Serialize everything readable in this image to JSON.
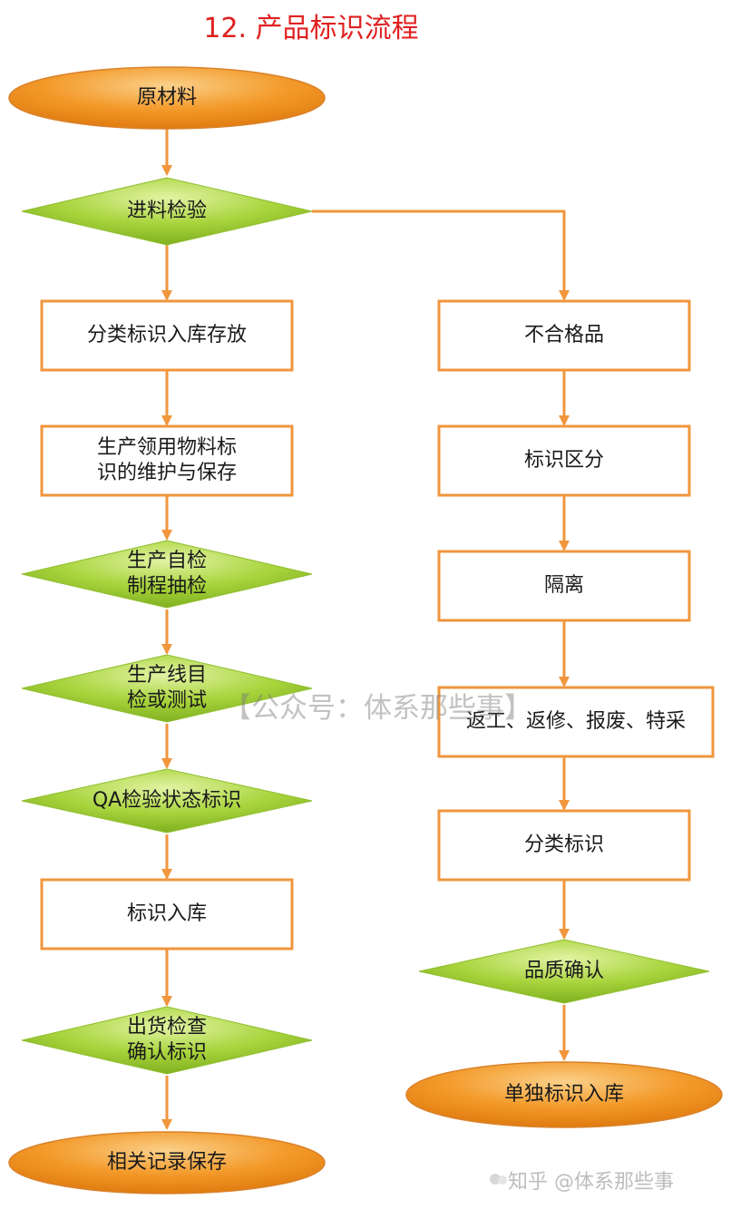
{
  "title": "12. 产品标识流程",
  "colors": {
    "arrow": "#f0963c",
    "box_border": "#f0963c",
    "terminal_fill": "#f39a2a",
    "decision_fill": "#9bcc32",
    "title": "#e02020"
  },
  "left_column": {
    "start": "原材料",
    "incoming_inspection": "进料检验",
    "classify_store": "分类标识入库存放",
    "production_material": "生产领用物料标\n识的维护与保存",
    "self_check": "生产自检\n制程抽检",
    "line_test": "生产线目\n检或测试",
    "qa_status": "QA检验状态标识",
    "identify_store": "标识入库",
    "shipment_check": "出货检查\n确认标识",
    "end": "相关记录保存"
  },
  "right_column": {
    "nonconforming": "不合格品",
    "identify_distinguish": "标识区分",
    "isolate": "隔离",
    "rework": "返工、返修、报废、特采",
    "classify_identify": "分类标识",
    "quality_confirm": "品质确认",
    "end": "单独标识入库"
  },
  "watermark": "【公众号：体系那些事】",
  "credit": "知乎 @体系那些事"
}
